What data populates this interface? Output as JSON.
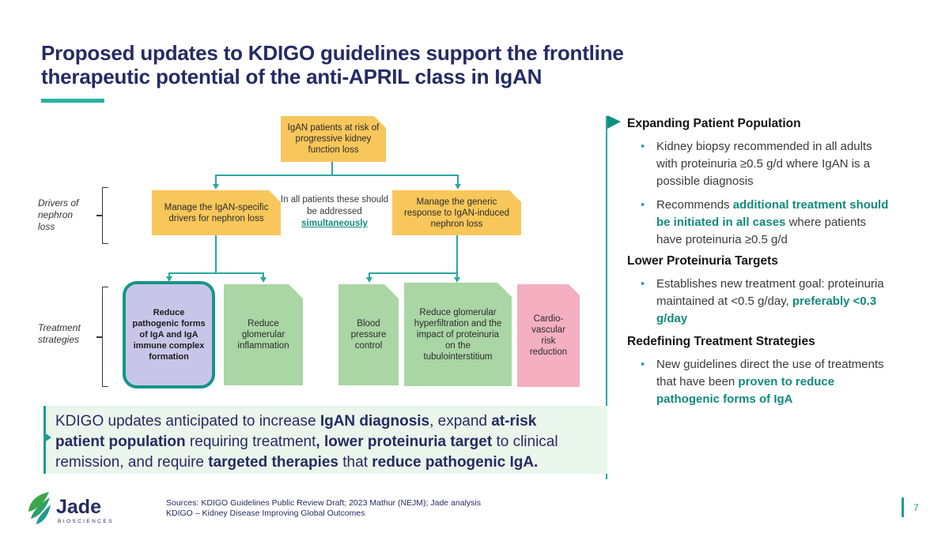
{
  "slide": {
    "title_line1": "Proposed updates to KDIGO guidelines support the frontline",
    "title_line2": "therapeutic potential of the anti-APRIL class in IgAN",
    "page_number": "7"
  },
  "flowchart": {
    "top_node": "IgAN patients at risk of progressive kidney function loss",
    "left_node": "Manage the IgAN-specific drivers for nephron loss",
    "right_node": "Manage the generic response to IgAN-induced nephron loss",
    "middle_note_prefix": "In all patients these should be addressed ",
    "middle_note_highlight": "simultaneously",
    "label_drivers": "Drivers of nephron loss",
    "label_treatment": "Treatment strategies",
    "strategy_boxes": [
      {
        "text": "Reduce pathogenic forms of IgA and IgA immune complex formation",
        "style": "highlight-purple"
      },
      {
        "text": "Reduce glomerular inflammation",
        "style": "green"
      },
      {
        "text": "Blood pressure control",
        "style": "green"
      },
      {
        "text": "Reduce glomerular hyperfiltration and the impact of proteinuria on the tubulointerstitium",
        "style": "green"
      },
      {
        "text": "Cardio-vascular risk reduction",
        "style": "pink"
      }
    ]
  },
  "right_panel": {
    "sections": [
      {
        "heading": "Expanding Patient Population",
        "bullets": [
          {
            "segments": [
              {
                "t": "Kidney biopsy recommended in all adults\nwith proteinuria ≥0.5 g/d where IgAN is a\npossible diagnosis",
                "hl": false
              }
            ]
          },
          {
            "segments": [
              {
                "t": "Recommends ",
                "hl": false
              },
              {
                "t": "additional treatment should\nbe initiated in all cases",
                "hl": true
              },
              {
                "t": " where patients\nhave proteinuria ≥0.5 g/d",
                "hl": false
              }
            ]
          }
        ]
      },
      {
        "heading": "Lower Proteinuria Targets",
        "bullets": [
          {
            "segments": [
              {
                "t": "Establishes new treatment goal: proteinuria\nmaintained at <0.5 g/day, ",
                "hl": false
              },
              {
                "t": "preferably <0.3\ng/day",
                "hl": true
              }
            ]
          }
        ]
      },
      {
        "heading": "Redefining Treatment Strategies",
        "bullets": [
          {
            "segments": [
              {
                "t": "New guidelines direct the use of treatments\nthat have been ",
                "hl": false
              },
              {
                "t": "proven to reduce\npathogenic forms of IgA",
                "hl": true
              }
            ]
          }
        ]
      }
    ]
  },
  "callout": {
    "segments": [
      {
        "t": "KDIGO updates anticipated to increase ",
        "b": false
      },
      {
        "t": "IgAN diagnosis",
        "b": true
      },
      {
        "t": ", expand ",
        "b": false
      },
      {
        "t": "at-risk\npatient population",
        "b": true
      },
      {
        "t": " requiring treatment",
        "b": false
      },
      {
        "t": ", lower proteinuria target",
        "b": true
      },
      {
        "t": " to clinical\nremission, and require ",
        "b": false
      },
      {
        "t": "targeted therapies",
        "b": true
      },
      {
        "t": " that ",
        "b": false
      },
      {
        "t": "reduce pathogenic IgA.",
        "b": true
      }
    ]
  },
  "footer": {
    "logo_name": "Jade",
    "logo_sub": "BIOSCIENCES",
    "sources_line1": "Sources: KDIGO Guidelines Public Review Draft; 2023 Mathur (NEJM); Jade analysis",
    "sources_line2": "KDIGO – Kidney Disease Improving Global Outcomes"
  },
  "colors": {
    "navy": "#252B63",
    "teal_accent": "#1C9C90",
    "teal_line": "#2AA7A0",
    "teal_text": "#128A7D",
    "node_yellow": "#F8C75B",
    "node_green": "#A9D6A4",
    "node_pink": "#F4AFC1",
    "node_purple": "#C8C6E8",
    "callout_bg": "#EAF6EC"
  }
}
